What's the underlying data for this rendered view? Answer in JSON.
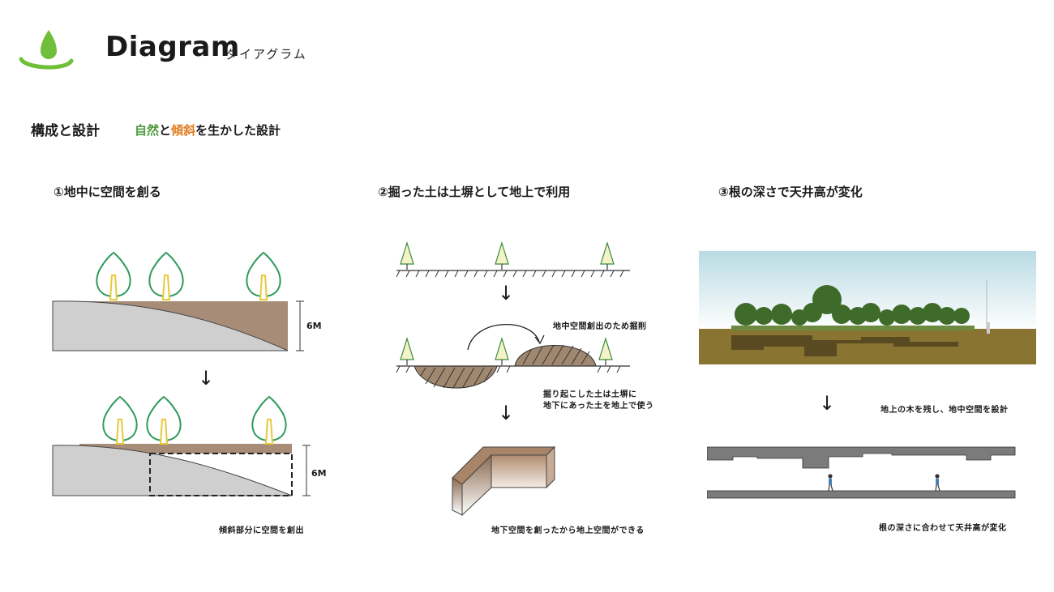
{
  "header": {
    "title": "Diagram",
    "title_sub": "ダイアグラム"
  },
  "subtitle": {
    "label": "構成と設計",
    "phrase": [
      {
        "text": "自然",
        "color": "#4e9a3a"
      },
      {
        "text": "と",
        "color": "#1a1a1a"
      },
      {
        "text": "傾斜",
        "color": "#e07a1d"
      },
      {
        "text": "を生かした設計",
        "color": "#1a1a1a"
      }
    ]
  },
  "steps": [
    {
      "heading": "①地中に空間を創る",
      "scale_label": "6M",
      "arrow": "↓",
      "caption": "傾斜部分に空間を創出"
    },
    {
      "heading": "②掘った土は土塀として地上で利用",
      "arrow": "↓",
      "note_dig": "地中空間創出のため掘削",
      "note_reuse_line1": "掘り起こした土は土塀に",
      "note_reuse_line2": "地下にあった土を地上で使う",
      "caption": "地下空間を創ったから地上空間ができる"
    },
    {
      "heading": "③根の深さで天井高が変化",
      "arrow": "↓",
      "note_mid": "地上の木を残し、地中空間を設計",
      "caption": "根の深さに合わせて天井高が変化"
    }
  ],
  "colors": {
    "accent_green": "#4e9a3a",
    "accent_orange": "#e07a1d",
    "soil": "#a78c78",
    "slope": "#c9c9c9",
    "tree_outline": "#2e9a5a",
    "tree_trunk": "#e7c93a"
  }
}
